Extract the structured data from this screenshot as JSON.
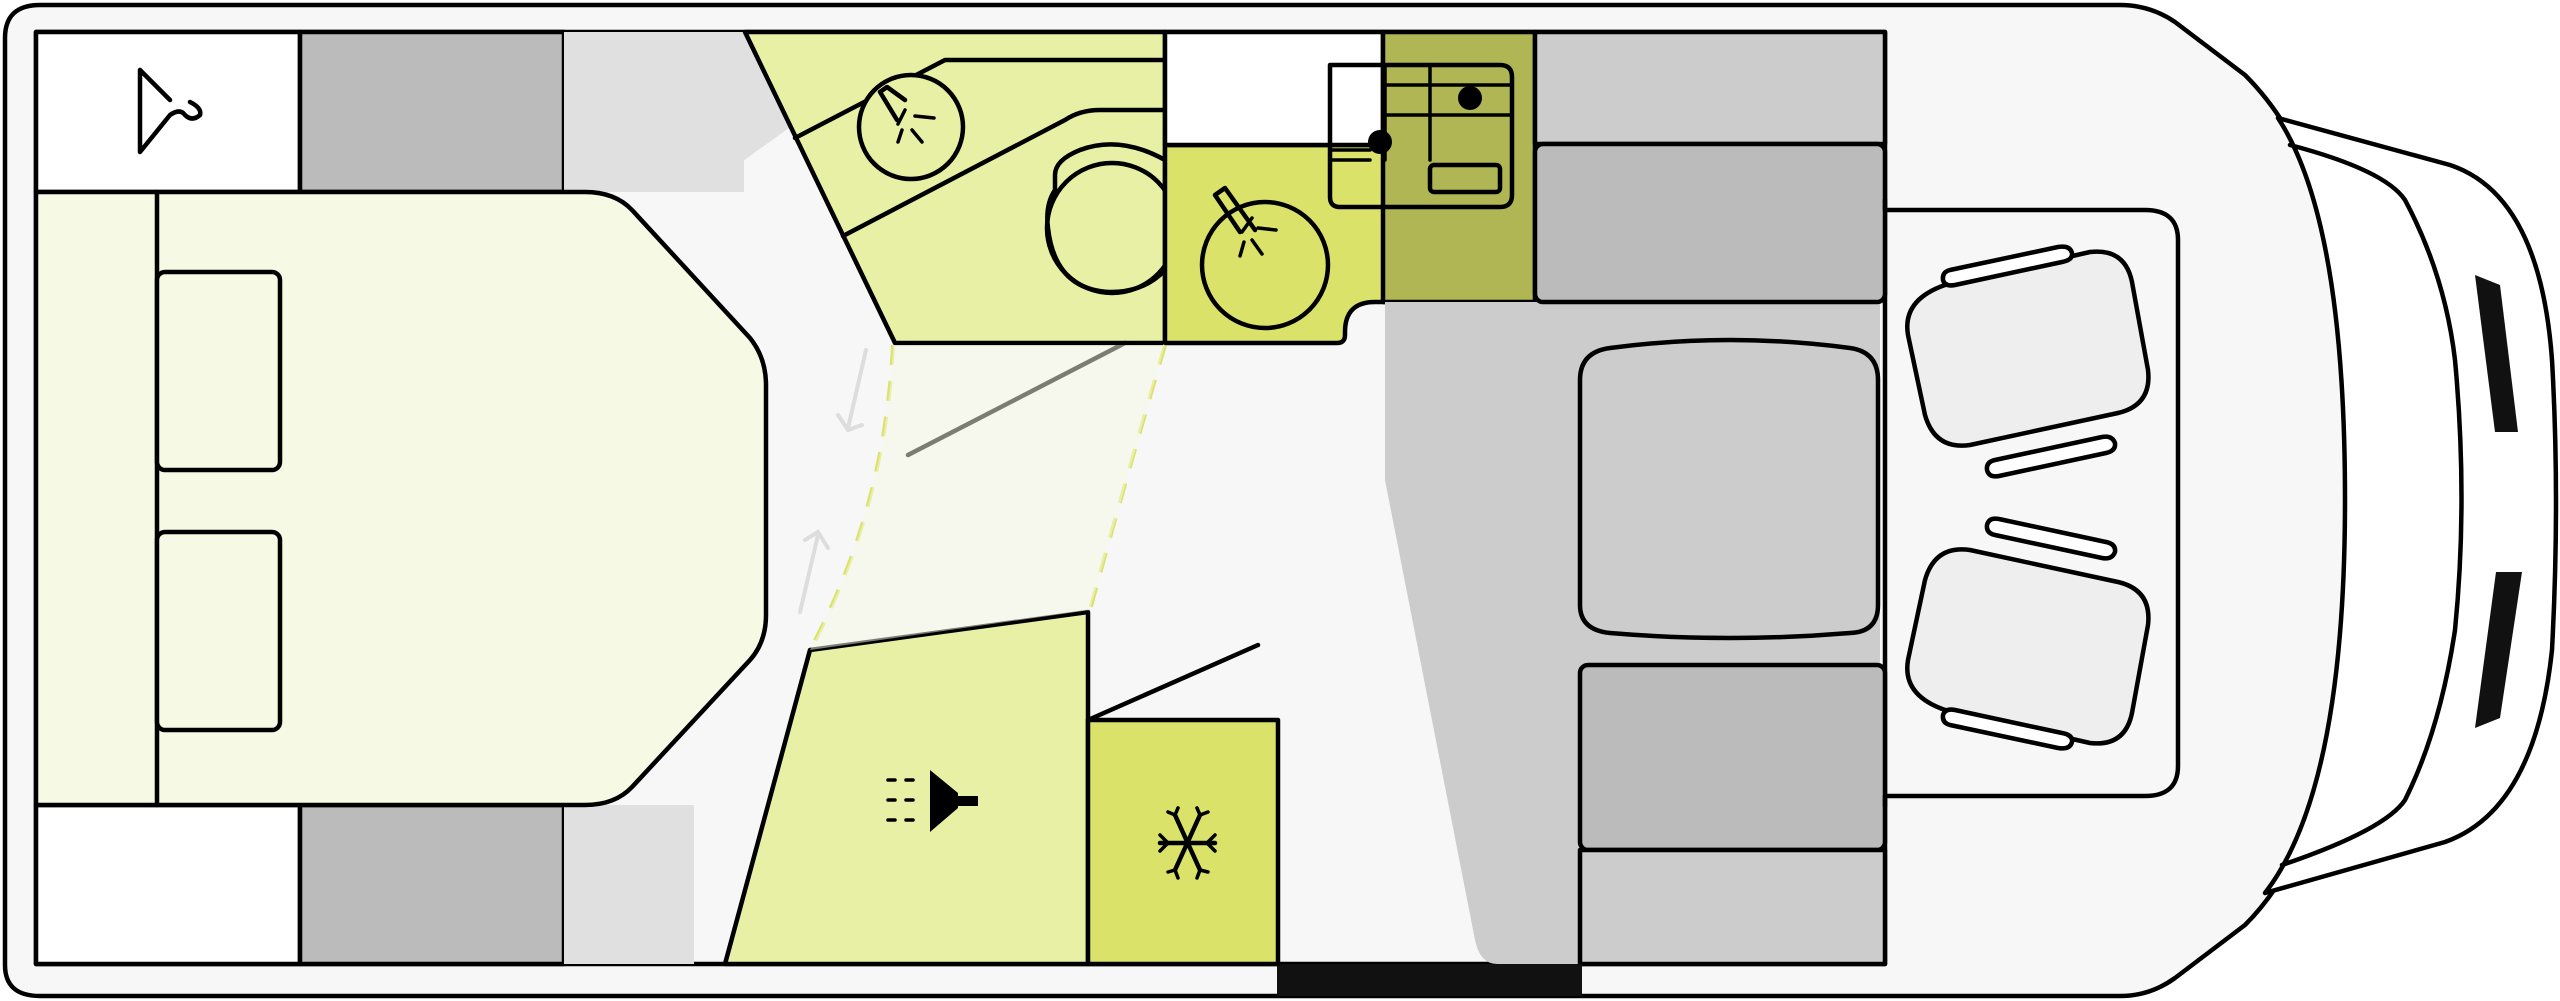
{
  "image": {
    "kind": "motorhome floor plan",
    "text_labels": []
  },
  "colors": {
    "outline": "#000000",
    "floor": "#f7f7f7",
    "bed": "#f6f9e3",
    "green_light": "#e8f0a6",
    "green_mid": "#dbe26a",
    "green_dark": "#b0b653",
    "furniture_grey_light": "#cccccc",
    "furniture_grey": "#bbbbbb",
    "seat": "#eeeeee",
    "shadow": "#e0e0e0",
    "step": "#111111",
    "door_swing": "#dbe26a",
    "arrow": "#dddddd"
  },
  "icons": {
    "hanger": "hanger-icon",
    "tap": "tap-icon",
    "hob": "gas-hob-icon",
    "shower": "shower-head-icon",
    "fridge": "snowflake-icon"
  },
  "areas": [
    "rear-bed",
    "wardrobe-top",
    "wardrobe-bottom",
    "bathroom",
    "kitchen",
    "shower",
    "fridge",
    "dinette",
    "cab-seats"
  ]
}
